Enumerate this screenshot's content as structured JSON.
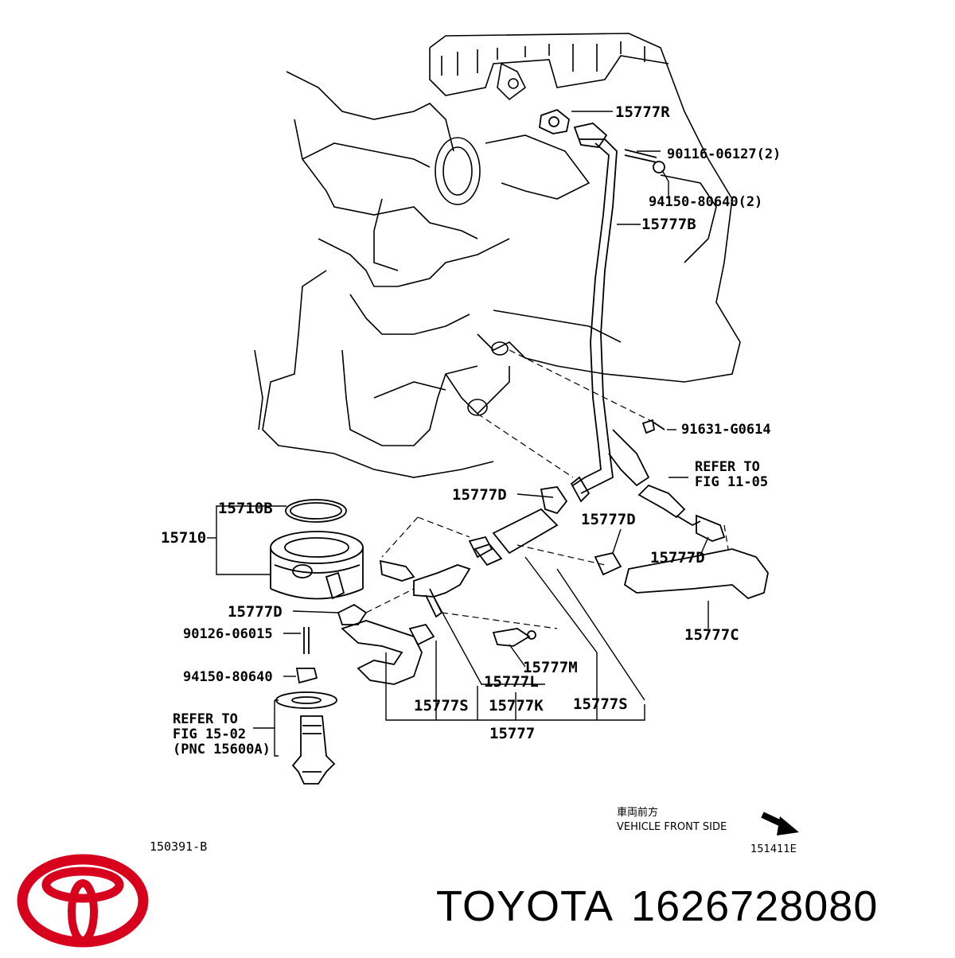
{
  "parts": {
    "p15777R": "15777R",
    "p90116": "90116-06127(2)",
    "p94150_2": "94150-80640(2)",
    "p15777B": "15777B",
    "p91631": "91631-G0614",
    "refer_a_line1": "REFER TO",
    "refer_a_line2": "FIG 11-05",
    "p15777D_a": "15777D",
    "p15777D_b": "15777D",
    "p15777D_c": "15777D",
    "p15777D_d": "15777D",
    "p15710B": "15710B",
    "p15710": "15710",
    "p90126": "90126-06015",
    "p94150": "94150-80640",
    "p15777C": "15777C",
    "p15777M": "15777M",
    "p15777L": "15777L",
    "p15777S_a": "15777S",
    "p15777K": "15777K",
    "p15777S_b": "15777S",
    "p15777": "15777",
    "refer_b_line1": "REFER TO",
    "refer_b_line2": "FIG 15-02",
    "refer_b_line3": "(PNC 15600A)"
  },
  "footer": {
    "fig_code_left": "150391-B",
    "fig_code_right": "151411E",
    "direction_jp": "車両前方",
    "direction_en": "VEHICLE FRONT SIDE"
  },
  "brand": {
    "name": "TOYOTA",
    "part_number": "1626728080",
    "logo_color": "#d7001d"
  }
}
